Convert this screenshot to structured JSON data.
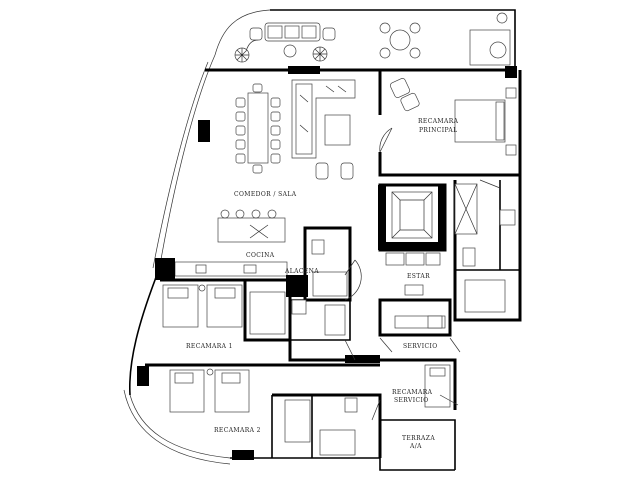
{
  "plan": {
    "rooms": {
      "comedor_sala": "COMEDOR / SALA",
      "cocina": "COCINA",
      "alacena": "ALACENA",
      "recamara_principal_1": "RECAMARA",
      "recamara_principal_2": "PRINCIPAL",
      "estar": "ESTAR",
      "recamara_1": "RECAMARA 1",
      "recamara_2": "RECAMARA 2",
      "servicio": "SERVICIO",
      "recamara_servicio_1": "RECAMARA",
      "recamara_servicio_2": "SERVICIO",
      "terraza_1": "TERRAZA",
      "terraza_2": "A/A"
    }
  }
}
